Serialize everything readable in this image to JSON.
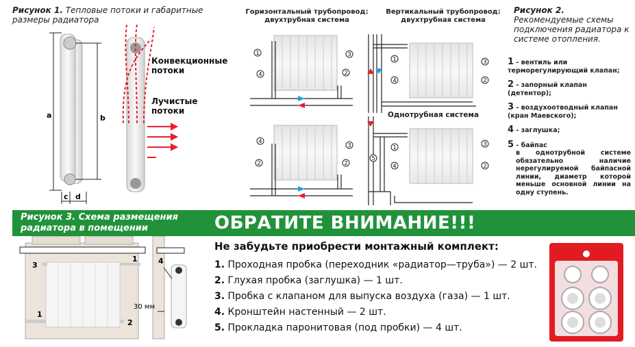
{
  "figure1": {
    "label": "Рисунок 1.",
    "caption": "Тепловые потоки и габаритные размеры радиатора",
    "dim_a": "a",
    "dim_b": "b",
    "dim_c": "c",
    "dim_d": "d",
    "convection": "Конвекционные потоки",
    "radiant": "Лучистые потоки"
  },
  "schemes": {
    "horizontal_title_1": "Горизонтальный трубопровод:",
    "horizontal_title_2": "двухтрубная система",
    "vertical_title_1": "Вертикальный трубопровод:",
    "vertical_title_2": "двухтрубная система",
    "single_pipe_title": "Однотрубная система",
    "markers": [
      "1",
      "2",
      "3",
      "4",
      "5"
    ]
  },
  "figure2": {
    "label": "Рисунок 2.",
    "caption": "Рекомендуемые схемы подключения радиатора к системе отопления.",
    "legend": [
      {
        "num": "1",
        "text": "- вентиль или терморегулирующий клапан;"
      },
      {
        "num": "2",
        "text": "- запорный клапан (детентор);"
      },
      {
        "num": "3",
        "text": "- воздухоотводный клапан (кран Маевского);"
      },
      {
        "num": "4",
        "text": "- заглушка;"
      },
      {
        "num": "5",
        "text": "- байпас"
      }
    ],
    "bypass_note": "в однотрубной системе обязательно наличие нерегулируемой байпасной линии, диаметр которой меньше основной линии на одну ступень."
  },
  "figure3": {
    "label": "Рисунок 3.",
    "caption": "Схема размещения радиатора в помещении",
    "gap": "30 мм",
    "markers": [
      "1",
      "2",
      "3",
      "4"
    ]
  },
  "notice": {
    "headline": "ОБРАТИТЕ ВНИМАНИЕ!!!",
    "kit_title": "Не забудьте приобрести монтажный комплект:",
    "items": [
      {
        "num": "1.",
        "text": "Проходная пробка (переходник «радиатор—труба») — 2 шт."
      },
      {
        "num": "2.",
        "text": "Глухая пробка (заглушка) — 1 шт."
      },
      {
        "num": "3.",
        "text": "Пробка с клапаном для выпуска воздуха (газа) — 1 шт."
      },
      {
        "num": "4.",
        "text": "Кронштейн настенный — 2 шт."
      },
      {
        "num": "5.",
        "text": "Прокладка паронитовая (под пробки) — 4 шт."
      }
    ]
  },
  "colors": {
    "green": "#22923a",
    "hot": "#e8202a",
    "cold": "#1aa3e0"
  }
}
